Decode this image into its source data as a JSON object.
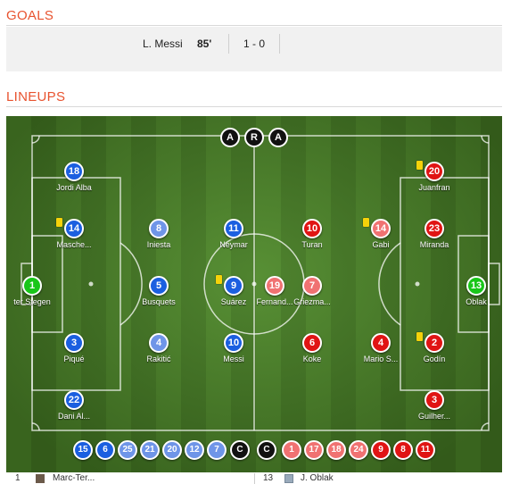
{
  "goals": {
    "title": "GOALS",
    "items": [
      {
        "scorer": "L. Messi",
        "minute": "85'",
        "score": "1 - 0"
      }
    ]
  },
  "lineups": {
    "title": "LINEUPS",
    "referees": [
      "A",
      "R",
      "A"
    ],
    "home_players": [
      {
        "number": "1",
        "name": "ter Stegen",
        "color": "green"
      },
      {
        "number": "18",
        "name": "Jordi Alba",
        "color": "blue"
      },
      {
        "number": "14",
        "name": "Masche...",
        "color": "blue",
        "yellow_card": true
      },
      {
        "number": "3",
        "name": "Piqué",
        "color": "blue"
      },
      {
        "number": "22",
        "name": "Dani Al...",
        "color": "blue"
      },
      {
        "number": "8",
        "name": "Iniesta",
        "color": "lblue"
      },
      {
        "number": "5",
        "name": "Busquets",
        "color": "blue"
      },
      {
        "number": "4",
        "name": "Rakitić",
        "color": "lblue"
      },
      {
        "number": "11",
        "name": "Neymar",
        "color": "blue"
      },
      {
        "number": "9",
        "name": "Suárez",
        "color": "blue",
        "yellow_card": true
      },
      {
        "number": "10",
        "name": "Messi",
        "color": "blue"
      }
    ],
    "away_players": [
      {
        "number": "13",
        "name": "Oblak",
        "color": "green"
      },
      {
        "number": "20",
        "name": "Juanfran",
        "color": "red",
        "yellow_card": true
      },
      {
        "number": "23",
        "name": "Miranda",
        "color": "red"
      },
      {
        "number": "2",
        "name": "Godín",
        "color": "red",
        "yellow_card": true
      },
      {
        "number": "3",
        "name": "Guilher...",
        "color": "red"
      },
      {
        "number": "14",
        "name": "Gabi",
        "color": "lred",
        "yellow_card": true
      },
      {
        "number": "4",
        "name": "Mario S...",
        "color": "red"
      },
      {
        "number": "10",
        "name": "Turan",
        "color": "red"
      },
      {
        "number": "7",
        "name": "Griezma...",
        "color": "lred"
      },
      {
        "number": "6",
        "name": "Koke",
        "color": "red"
      },
      {
        "number": "19",
        "name": "Fernand...",
        "color": "lred"
      }
    ],
    "home_bench": [
      "15",
      "6",
      "25",
      "21",
      "20",
      "12",
      "7"
    ],
    "home_coach": "C",
    "away_coach": "C",
    "away_bench": [
      "1",
      "17",
      "18",
      "24",
      "9",
      "8",
      "11"
    ],
    "substitutes_row": {
      "home_number": "1",
      "home_name": "Marc-Ter...",
      "away_number": "13",
      "away_name": "J. Oblak"
    }
  },
  "colors": {
    "accent": "#e8532f",
    "blue": "#1b5fe0",
    "lblue": "#6f95e8",
    "red": "#e01414",
    "lred": "#f07272",
    "green": "#19c619",
    "yellow_card": "#f5d20a"
  }
}
